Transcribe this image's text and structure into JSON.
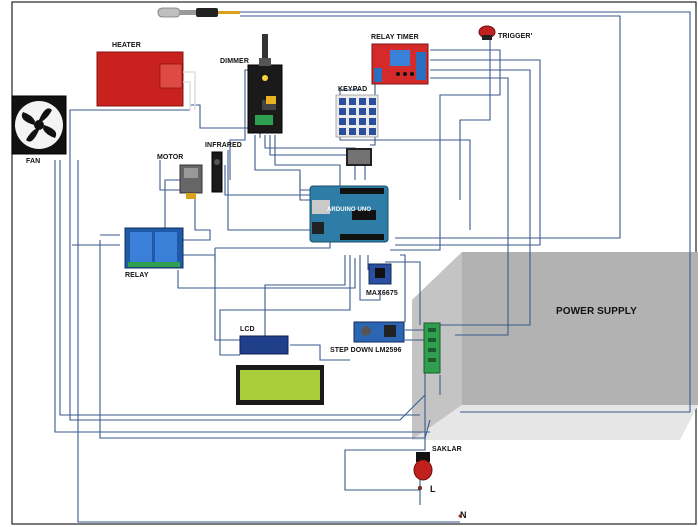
{
  "components": {
    "heater": "HEATER",
    "dimmer": "DIMMER",
    "relay_timer": "RELAY TIMER",
    "trigger": "TRIGGER'",
    "keypad": "KEYPAD",
    "fan": "FAN",
    "motor": "MOTOR",
    "infrared": "INFRARED",
    "arduino": "ARDUINO UNO",
    "relay": "RELAY",
    "max6675": "MAX6675",
    "lcd": "LCD",
    "step_down": "STEP DOWN LM2596",
    "power_supply": "POWER SUPPLY",
    "saklar": "SAKLAR",
    "line_l": "L",
    "line_n": "N"
  },
  "colors": {
    "wire": "#3a5a8c",
    "heater": "#c8211e",
    "relay_timer": "#d42a2a",
    "keypad": "#2a4f9e",
    "arduino": "#2d7da6",
    "relay": "#1e5aa8",
    "lcd_screen": "#a8cf3a",
    "lcd_board": "#1f3f8a",
    "step_down": "#2a66b4",
    "terminal": "#2f9e4e",
    "power_supply": "#b5b5b5",
    "saklar": "#c0201e"
  }
}
